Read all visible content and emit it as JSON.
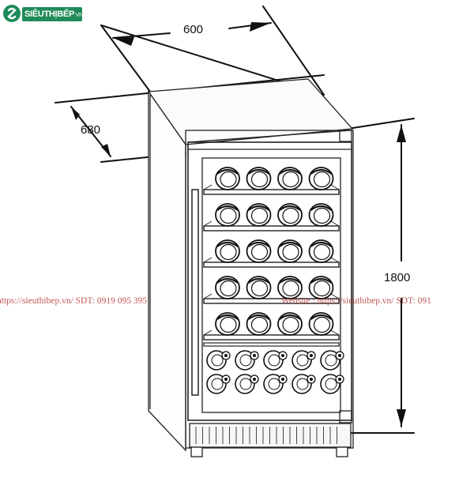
{
  "brand": {
    "name": "SIÊUTHỊBẾP",
    "tld": ".VN",
    "color": "#1f8a5a"
  },
  "dimensions": {
    "width": "600",
    "depth": "680",
    "height": "1800"
  },
  "watermark": {
    "left": "https://sieuthibep.vn/   SDT: 0919 095 395",
    "right": "Website : https://sieuthibep.vn/   SDT: 091"
  },
  "appliance": {
    "type": "wine cooler",
    "shelves": 5,
    "bottles_per_shelf": 4,
    "bottom_rack_rows": 2,
    "bottom_rack_cols": 5
  }
}
